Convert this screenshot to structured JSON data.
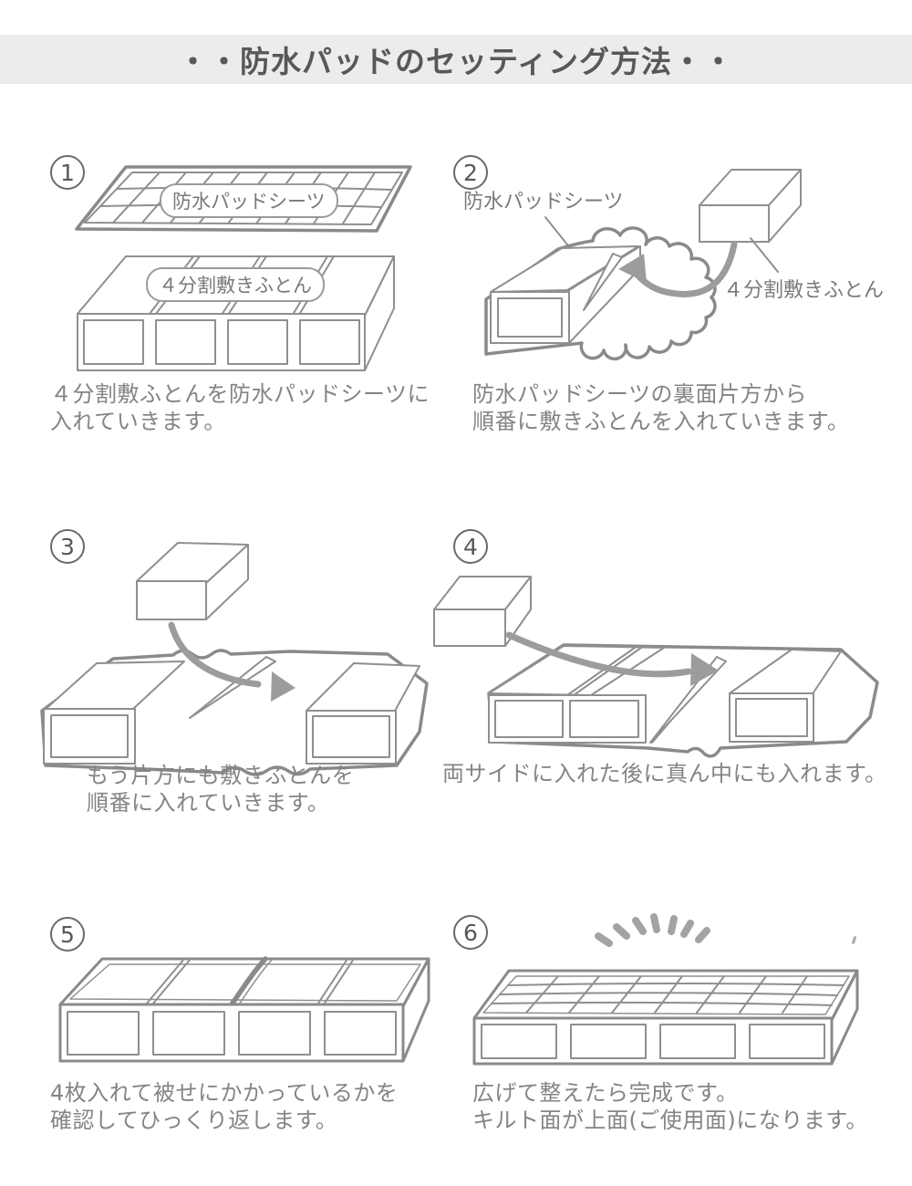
{
  "header": {
    "title": "・・防水パッドのセッティング方法・・",
    "bg_color": "#ececec",
    "text_color": "#58585a"
  },
  "colors": {
    "line": "#8f8f8f",
    "line_thick": "#8a8a8a",
    "arrow": "#9c9c9c",
    "caption": "#848484"
  },
  "labels": {
    "pad_sheet": "防水パッドシーツ",
    "split_futon": "４分割敷きふとん"
  },
  "steps": [
    {
      "number": "1",
      "caption_line1": "４分割敷ふとんを防水パッドシーツに",
      "caption_line2": "入れていきます。"
    },
    {
      "number": "2",
      "caption_line1": "防水パッドシーツの裏面片方から",
      "caption_line2": "順番に敷きふとんを入れていきます。"
    },
    {
      "number": "3",
      "caption_line1": "もう片方にも敷きふとんを",
      "caption_line2": "順番に入れていきます。"
    },
    {
      "number": "4",
      "caption_line1": "両サイドに入れた後に真ん中にも入れます。",
      "caption_line2": ""
    },
    {
      "number": "5",
      "caption_line1": "4枚入れて被せにかかっているかを",
      "caption_line2": "確認してひっくり返します。"
    },
    {
      "number": "6",
      "caption_line1": "広げて整えたら完成です。",
      "caption_line2": "キルト面が上面(ご使用面)になります。"
    }
  ]
}
